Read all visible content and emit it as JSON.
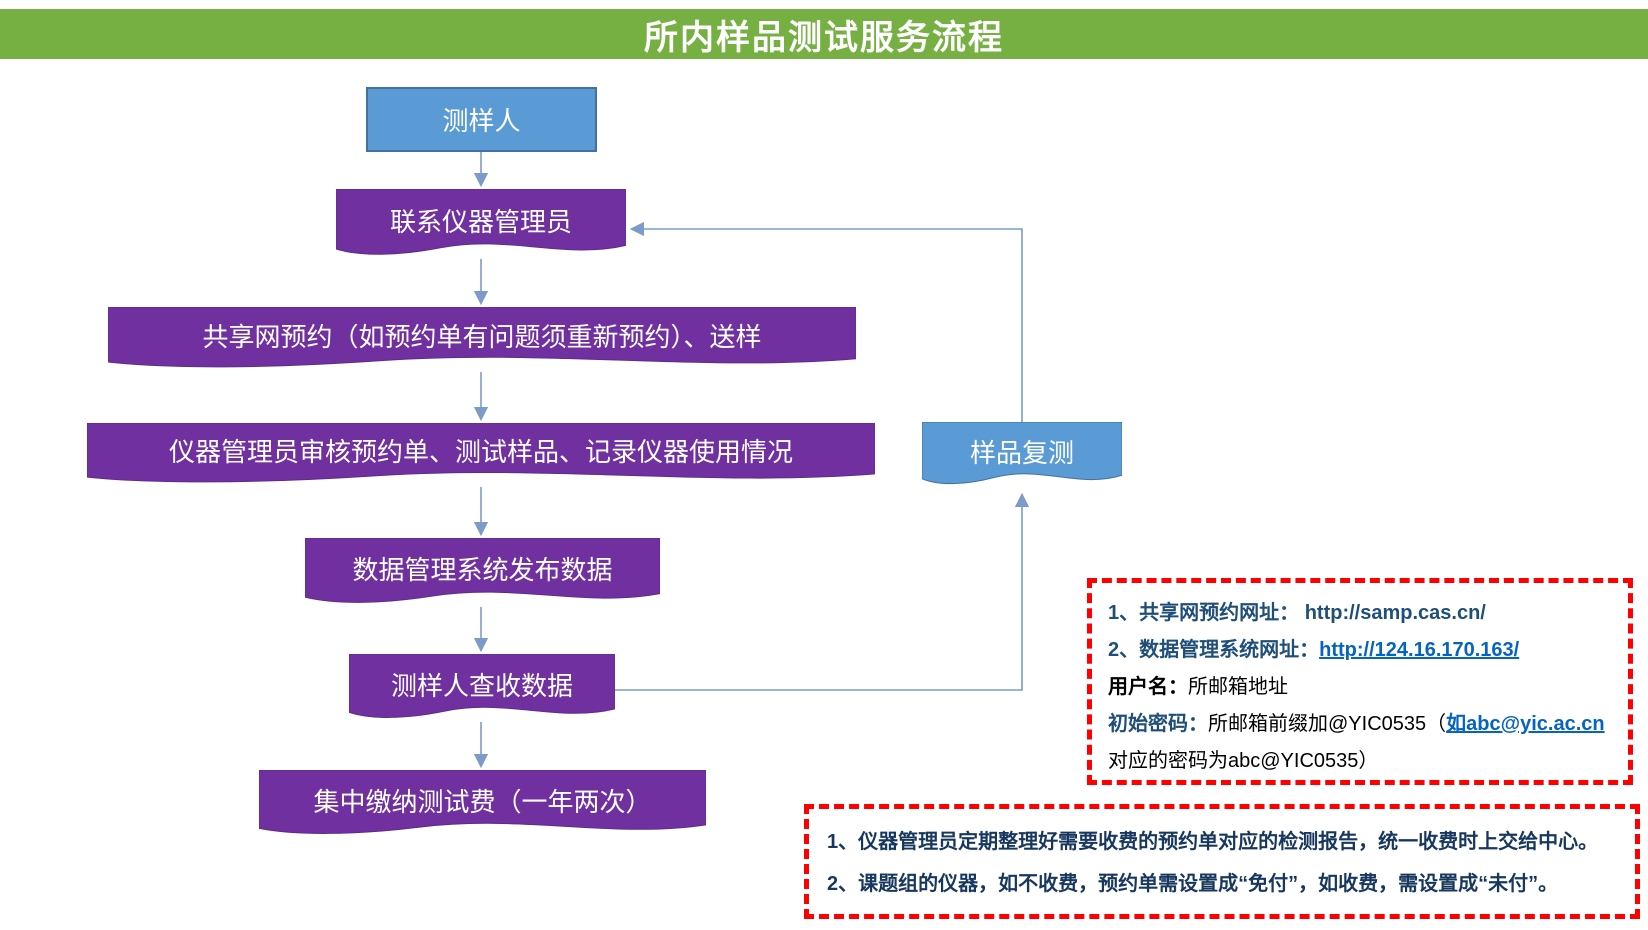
{
  "title": "所内样品测试服务流程",
  "colors": {
    "header_green": "#76B043",
    "node_purple": "#7030A0",
    "node_blue": "#5B9BD5",
    "node_blue_border": "#41719C",
    "connector_blue": "#7C9BC9",
    "note_border_red": "#FF0000",
    "link_blue": "#0563C1",
    "note_navy": "#1F4E79",
    "fee_text_navy": "#17375E"
  },
  "nodes": {
    "tester": "测样人",
    "contact": "联系仪器管理员",
    "reserve": "共享网预约（如预约单有问题须重新预约）、送样",
    "review": "仪器管理员审核预约单、测试样品、记录仪器使用情况",
    "publish": "数据管理系统发布数据",
    "receive": "测样人查收数据",
    "pay": "集中缴纳测试费（一年两次）",
    "retest": "样品复测"
  },
  "note_account": {
    "l1_label": "1、共享网预约网址： ",
    "l1_url": "http://samp.cas.cn/",
    "l2_label": "2、数据管理系统网址：",
    "l2_link": "http://124.16.170.163/",
    "l3_label": "用户名：",
    "l3_text": "所邮箱地址",
    "l4_label": "初始密码：",
    "l4_text": "所邮箱前缀加@YIC0535（",
    "l4_link": "如abc@yic.ac.cn",
    "l5_text": "对应的密码为abc@YIC0535）"
  },
  "note_fee": {
    "l1": "1、仪器管理员定期整理好需要收费的预约单对应的检测报告，统一收费时上交给中心。",
    "l2": "2、课题组的仪器，如不收费，预约单需设置成“免付”，如收费，需设置成“未付”。"
  }
}
